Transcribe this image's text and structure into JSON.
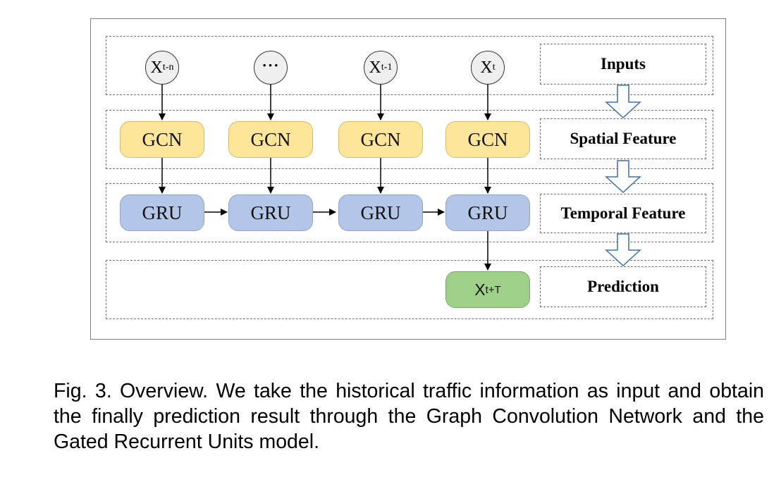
{
  "inputs": [
    {
      "base": "X",
      "sub": "t-n"
    },
    {
      "base": "",
      "sub": "",
      "dots": "···"
    },
    {
      "base": "X",
      "sub": "t-1"
    },
    {
      "base": "X",
      "sub": "t"
    }
  ],
  "stages": {
    "inputs": "Inputs",
    "spatial": "Spatial Feature",
    "temporal": "Temporal Feature",
    "prediction": "Prediction"
  },
  "gcn_label": "GCN",
  "gru_label": "GRU",
  "output": {
    "base": "X",
    "sub": "t+T"
  },
  "colors": {
    "gcn": "#fde69a",
    "gru": "#b4c6e8",
    "prediction": "#9fd08a",
    "stage_arrow": "#3d6fa8"
  },
  "caption": "Fig. 3. Overview. We take the historical traffic information as input and obtain the finally prediction result through the Graph Convolution Network and the Gated Recurrent Units model."
}
